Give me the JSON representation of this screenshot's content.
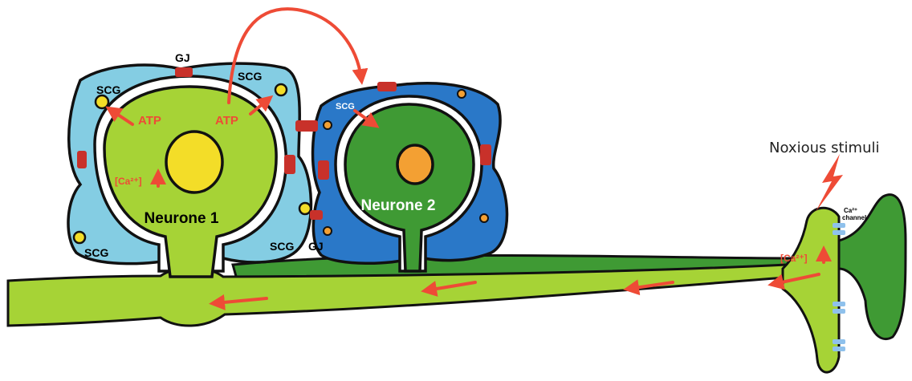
{
  "labels": {
    "neurone1": "Neurone 1",
    "neurone2": "Neurone 2",
    "scg": "SCG",
    "gj": "GJ",
    "atp": "ATP",
    "ca_conc": "[Ca²⁺]",
    "noxious": "Noxious stimuli",
    "ca_channel_1": "Ca²⁺",
    "ca_channel_2": "channel"
  },
  "colors": {
    "neurone1_fill": "#a6d336",
    "neurone1_nucleus": "#f3dd28",
    "neurone2_fill": "#3f9a34",
    "neurone2_nucleus": "#f3a033",
    "scg1_fill": "#84cde3",
    "scg2_fill": "#2a78c8",
    "gap_junction": "#c8312a",
    "signal_arrow": "#ee4b36",
    "channel": "#8fc1ec",
    "outline": "#111111"
  }
}
